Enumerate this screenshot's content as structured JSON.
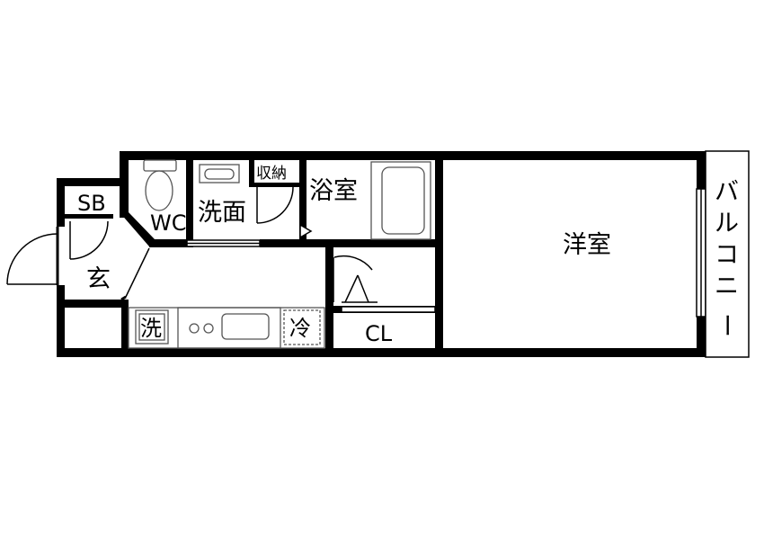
{
  "floorplan": {
    "rooms": {
      "sb": "SB",
      "genkan": "玄",
      "wc": "WC",
      "senmen": "洗面",
      "shuno": "収納",
      "yokushitsu": "浴室",
      "youshitsu": "洋室",
      "cl": "CL",
      "sen": "洗",
      "rei": "冷"
    },
    "balcony_chars": [
      "バ",
      "ル",
      "コ",
      "ニ",
      "ー"
    ],
    "colors": {
      "wall": "#000000",
      "fixture": "#555555",
      "background": "#ffffff"
    }
  }
}
